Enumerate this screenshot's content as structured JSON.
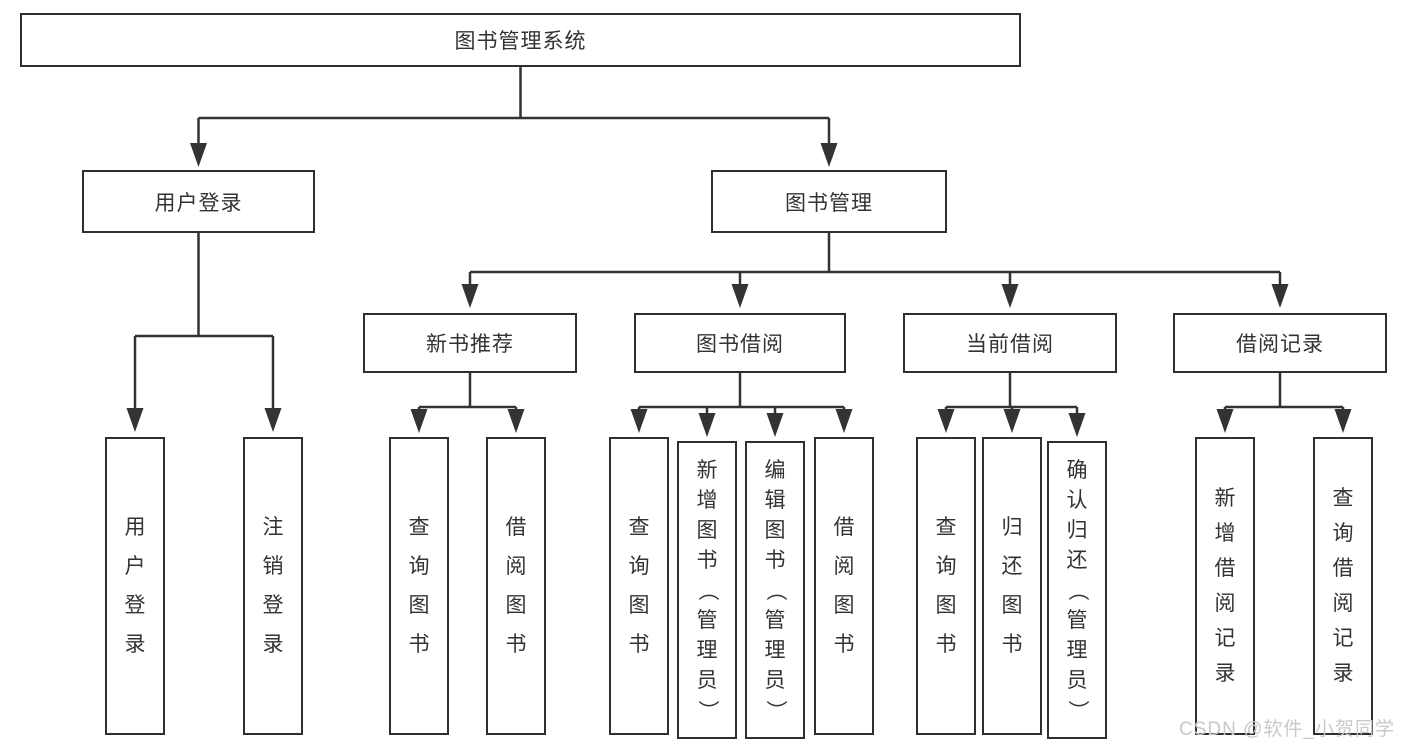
{
  "tree": {
    "label": "图书管理系统",
    "children": [
      {
        "label": "用户登录",
        "children": [
          {
            "label": "用户登录"
          },
          {
            "label": "注销登录"
          }
        ]
      },
      {
        "label": "图书管理",
        "children": [
          {
            "label": "新书推荐",
            "children": [
              {
                "label": "查询图书"
              },
              {
                "label": "借阅图书"
              }
            ]
          },
          {
            "label": "图书借阅",
            "children": [
              {
                "label": "查询图书"
              },
              {
                "label": "新增图书（管理员）"
              },
              {
                "label": "编辑图书（管理员）"
              },
              {
                "label": "借阅图书"
              }
            ]
          },
          {
            "label": "当前借阅",
            "children": [
              {
                "label": "查询图书"
              },
              {
                "label": "归还图书"
              },
              {
                "label": "确认归还（管理员）"
              }
            ]
          },
          {
            "label": "借阅记录",
            "children": [
              {
                "label": "新增借阅记录"
              },
              {
                "label": "查询借阅记录"
              }
            ]
          }
        ]
      }
    ]
  },
  "watermark": "CSDN @软件_小贺同学",
  "colors": {
    "line": "#333333",
    "box_border": "#2f2f2f",
    "text": "#333333",
    "watermark": "#c9c9c9",
    "background": "#ffffff"
  }
}
